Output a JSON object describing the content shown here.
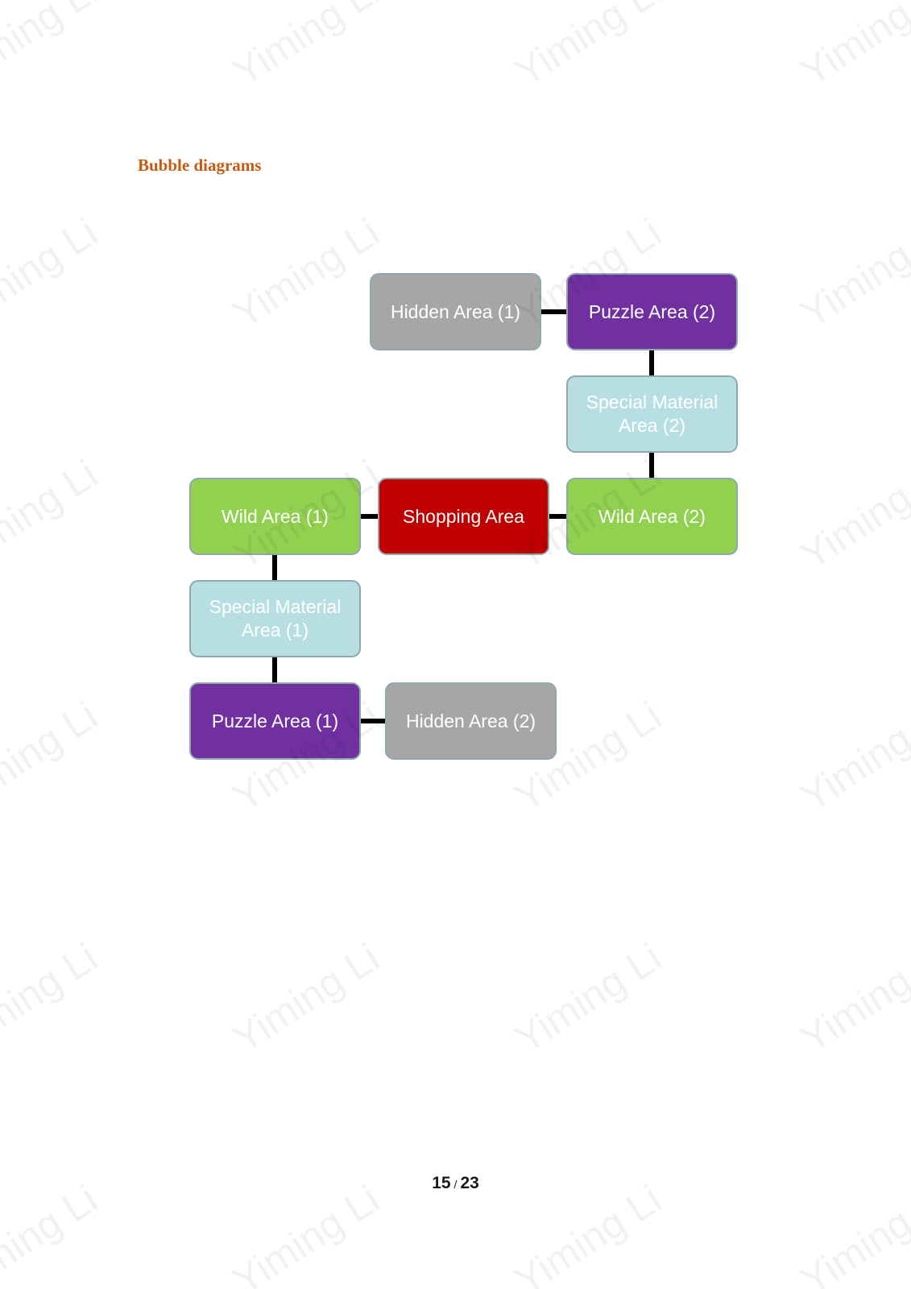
{
  "section_title": "Bubble diagrams",
  "watermark_text": "Yiming Li",
  "nodes": {
    "hidden_area_1": {
      "label": "Hidden Area (1)",
      "color": "#a6a6a6"
    },
    "puzzle_area_2": {
      "label": "Puzzle Area (2)",
      "color": "#7030a0"
    },
    "special_material_area_2": {
      "label": "Special Material Area (2)",
      "color": "#b7dfe3"
    },
    "wild_area_1": {
      "label": "Wild Area (1)",
      "color": "#92d050"
    },
    "shopping_area": {
      "label": "Shopping Area",
      "color": "#c00000"
    },
    "wild_area_2": {
      "label": "Wild Area (2)",
      "color": "#92d050"
    },
    "special_material_area_1": {
      "label": "Special Material Area (1)",
      "color": "#b7dfe3"
    },
    "puzzle_area_1": {
      "label": "Puzzle Area (1)",
      "color": "#7030a0"
    },
    "hidden_area_2": {
      "label": "Hidden Area (2)",
      "color": "#a6a6a6"
    }
  },
  "connections": [
    [
      "hidden_area_1",
      "puzzle_area_2"
    ],
    [
      "puzzle_area_2",
      "special_material_area_2"
    ],
    [
      "special_material_area_2",
      "wild_area_2"
    ],
    [
      "wild_area_2",
      "shopping_area"
    ],
    [
      "shopping_area",
      "wild_area_1"
    ],
    [
      "wild_area_1",
      "special_material_area_1"
    ],
    [
      "special_material_area_1",
      "puzzle_area_1"
    ],
    [
      "puzzle_area_1",
      "hidden_area_2"
    ]
  ],
  "page_number": {
    "current": "15",
    "separator": "/",
    "total": "23"
  }
}
